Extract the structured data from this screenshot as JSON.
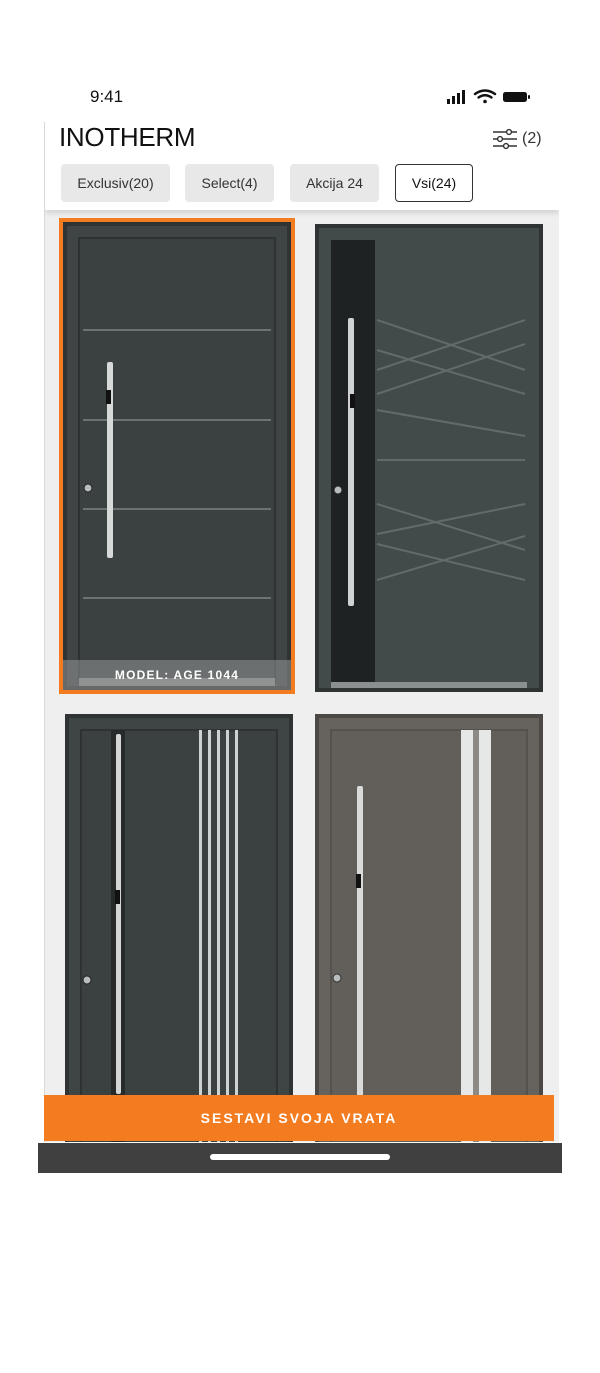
{
  "status_bar": {
    "time": "9:41"
  },
  "header": {
    "logo": "INOTHERM",
    "filter_count": "(2)"
  },
  "tabs": [
    {
      "label": "Exclusiv(20)",
      "active": false
    },
    {
      "label": "Select(4)",
      "active": false
    },
    {
      "label": "Akcija 24",
      "active": false
    },
    {
      "label": "Vsi(24)",
      "active": true
    }
  ],
  "doors": [
    {
      "model_label": "MODEL: AGE 1044",
      "selected": true,
      "color": "#3f4545"
    },
    {
      "model_label": "",
      "selected": false,
      "color": "#434a4a"
    },
    {
      "model_label": "",
      "selected": false,
      "color": "#3f4545"
    },
    {
      "model_label": "",
      "selected": false,
      "color": "#66625e"
    }
  ],
  "cta": {
    "label": "SESTAVI SVOJA VRATA"
  },
  "colors": {
    "accent": "#f47c20"
  }
}
